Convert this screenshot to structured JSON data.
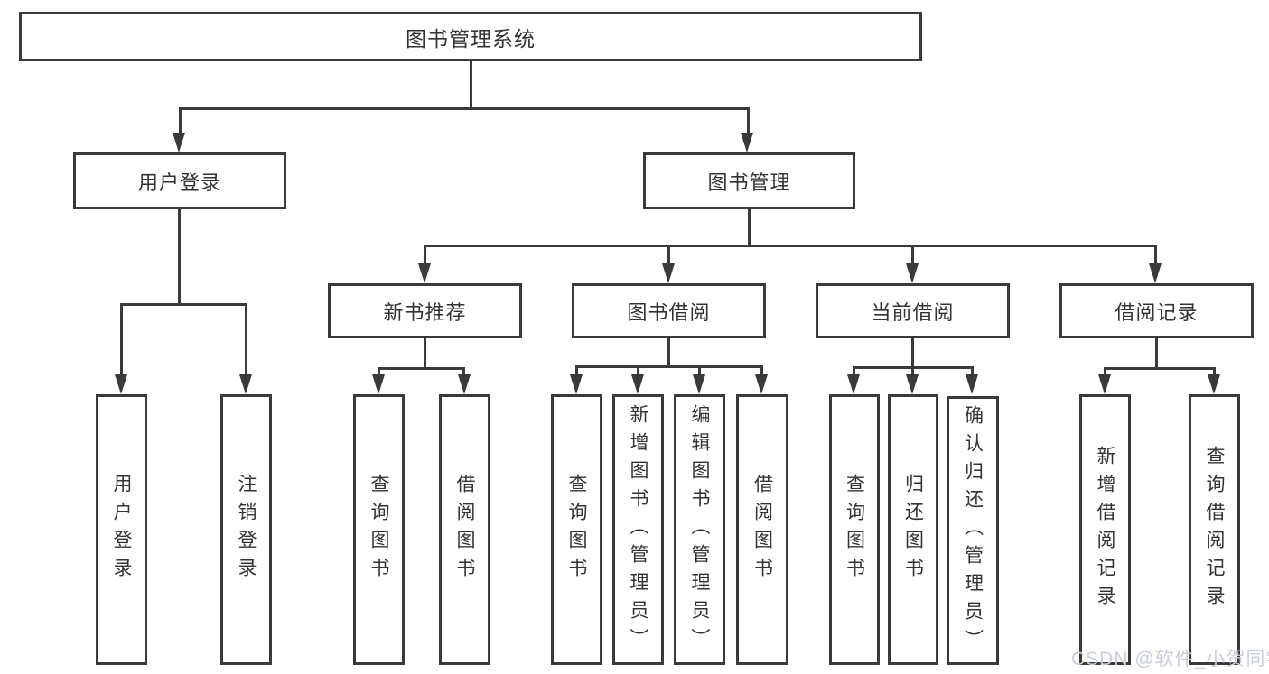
{
  "diagram": {
    "root": "图书管理系统",
    "login": {
      "label": "用户登录",
      "children": [
        "用户登录",
        "注销登录"
      ]
    },
    "mgmt": {
      "label": "图书管理",
      "sections": [
        {
          "label": "新书推荐",
          "children": [
            "查询图书",
            "借阅图书"
          ]
        },
        {
          "label": "图书借阅",
          "children": [
            "查询图书",
            "新增图书（管理员）",
            "编辑图书（管理员）",
            "借阅图书"
          ]
        },
        {
          "label": "当前借阅",
          "children": [
            "查询图书",
            "归还图书",
            "确认归还（管理员）"
          ]
        },
        {
          "label": "借阅记录",
          "children": [
            "新增借阅记录",
            "查询借阅记录"
          ]
        }
      ]
    }
  },
  "watermark": "CSDN @软件_小贺同学",
  "colors": {
    "line": "#3a3a3a",
    "text": "#333333",
    "watermark": "#c9cfd9",
    "background": "#ffffff"
  }
}
